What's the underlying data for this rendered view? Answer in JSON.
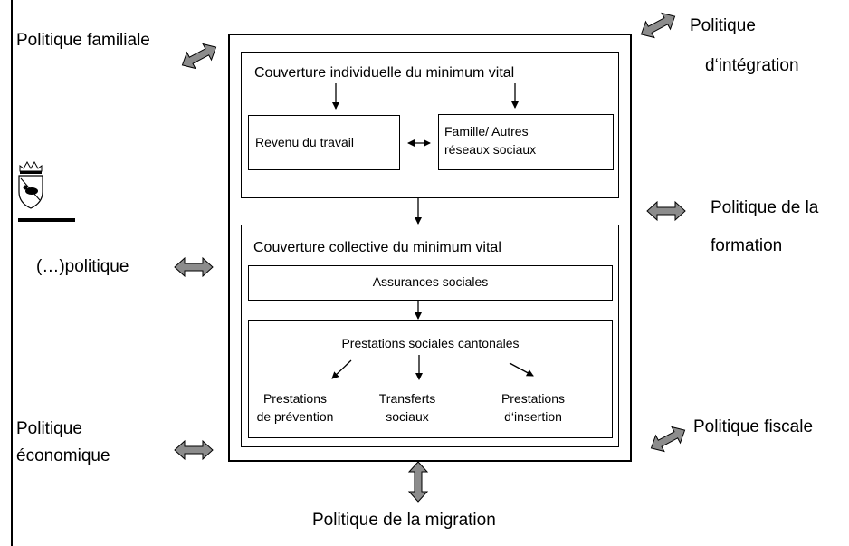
{
  "outer_policies": {
    "familiale": "Politique familiale",
    "integration_line1": "Politique",
    "integration_line2": "d‘intégration",
    "formation_line1": "Politique de la",
    "formation_line2": "formation",
    "autre": "(…)politique",
    "economique_line1": "Politique",
    "economique_line2": "économique",
    "fiscale": "Politique fiscale",
    "migration": "Politique de la migration"
  },
  "individual": {
    "title": "Couverture individuelle du minimum vital",
    "revenu": "Revenu du travail",
    "famille_line1": "Famille/ Autres",
    "famille_line2": "réseaux sociaux"
  },
  "collective": {
    "title": "Couverture collective du minimum vital",
    "assurances": "Assurances sociales",
    "cantonales": "Prestations sociales cantonales",
    "prevention_line1": "Prestations",
    "prevention_line2": "de prévention",
    "transferts_line1": "Transferts",
    "transferts_line2": "sociaux",
    "insertion_line1": "Prestations",
    "insertion_line2": "d‘insertion"
  },
  "colors": {
    "arrow_fill": "#8c8c8c",
    "line": "#000000",
    "crest_red": "#c8102e",
    "crest_black": "#000000"
  },
  "icons": {
    "crest": "bern-coat-of-arms-icon"
  }
}
